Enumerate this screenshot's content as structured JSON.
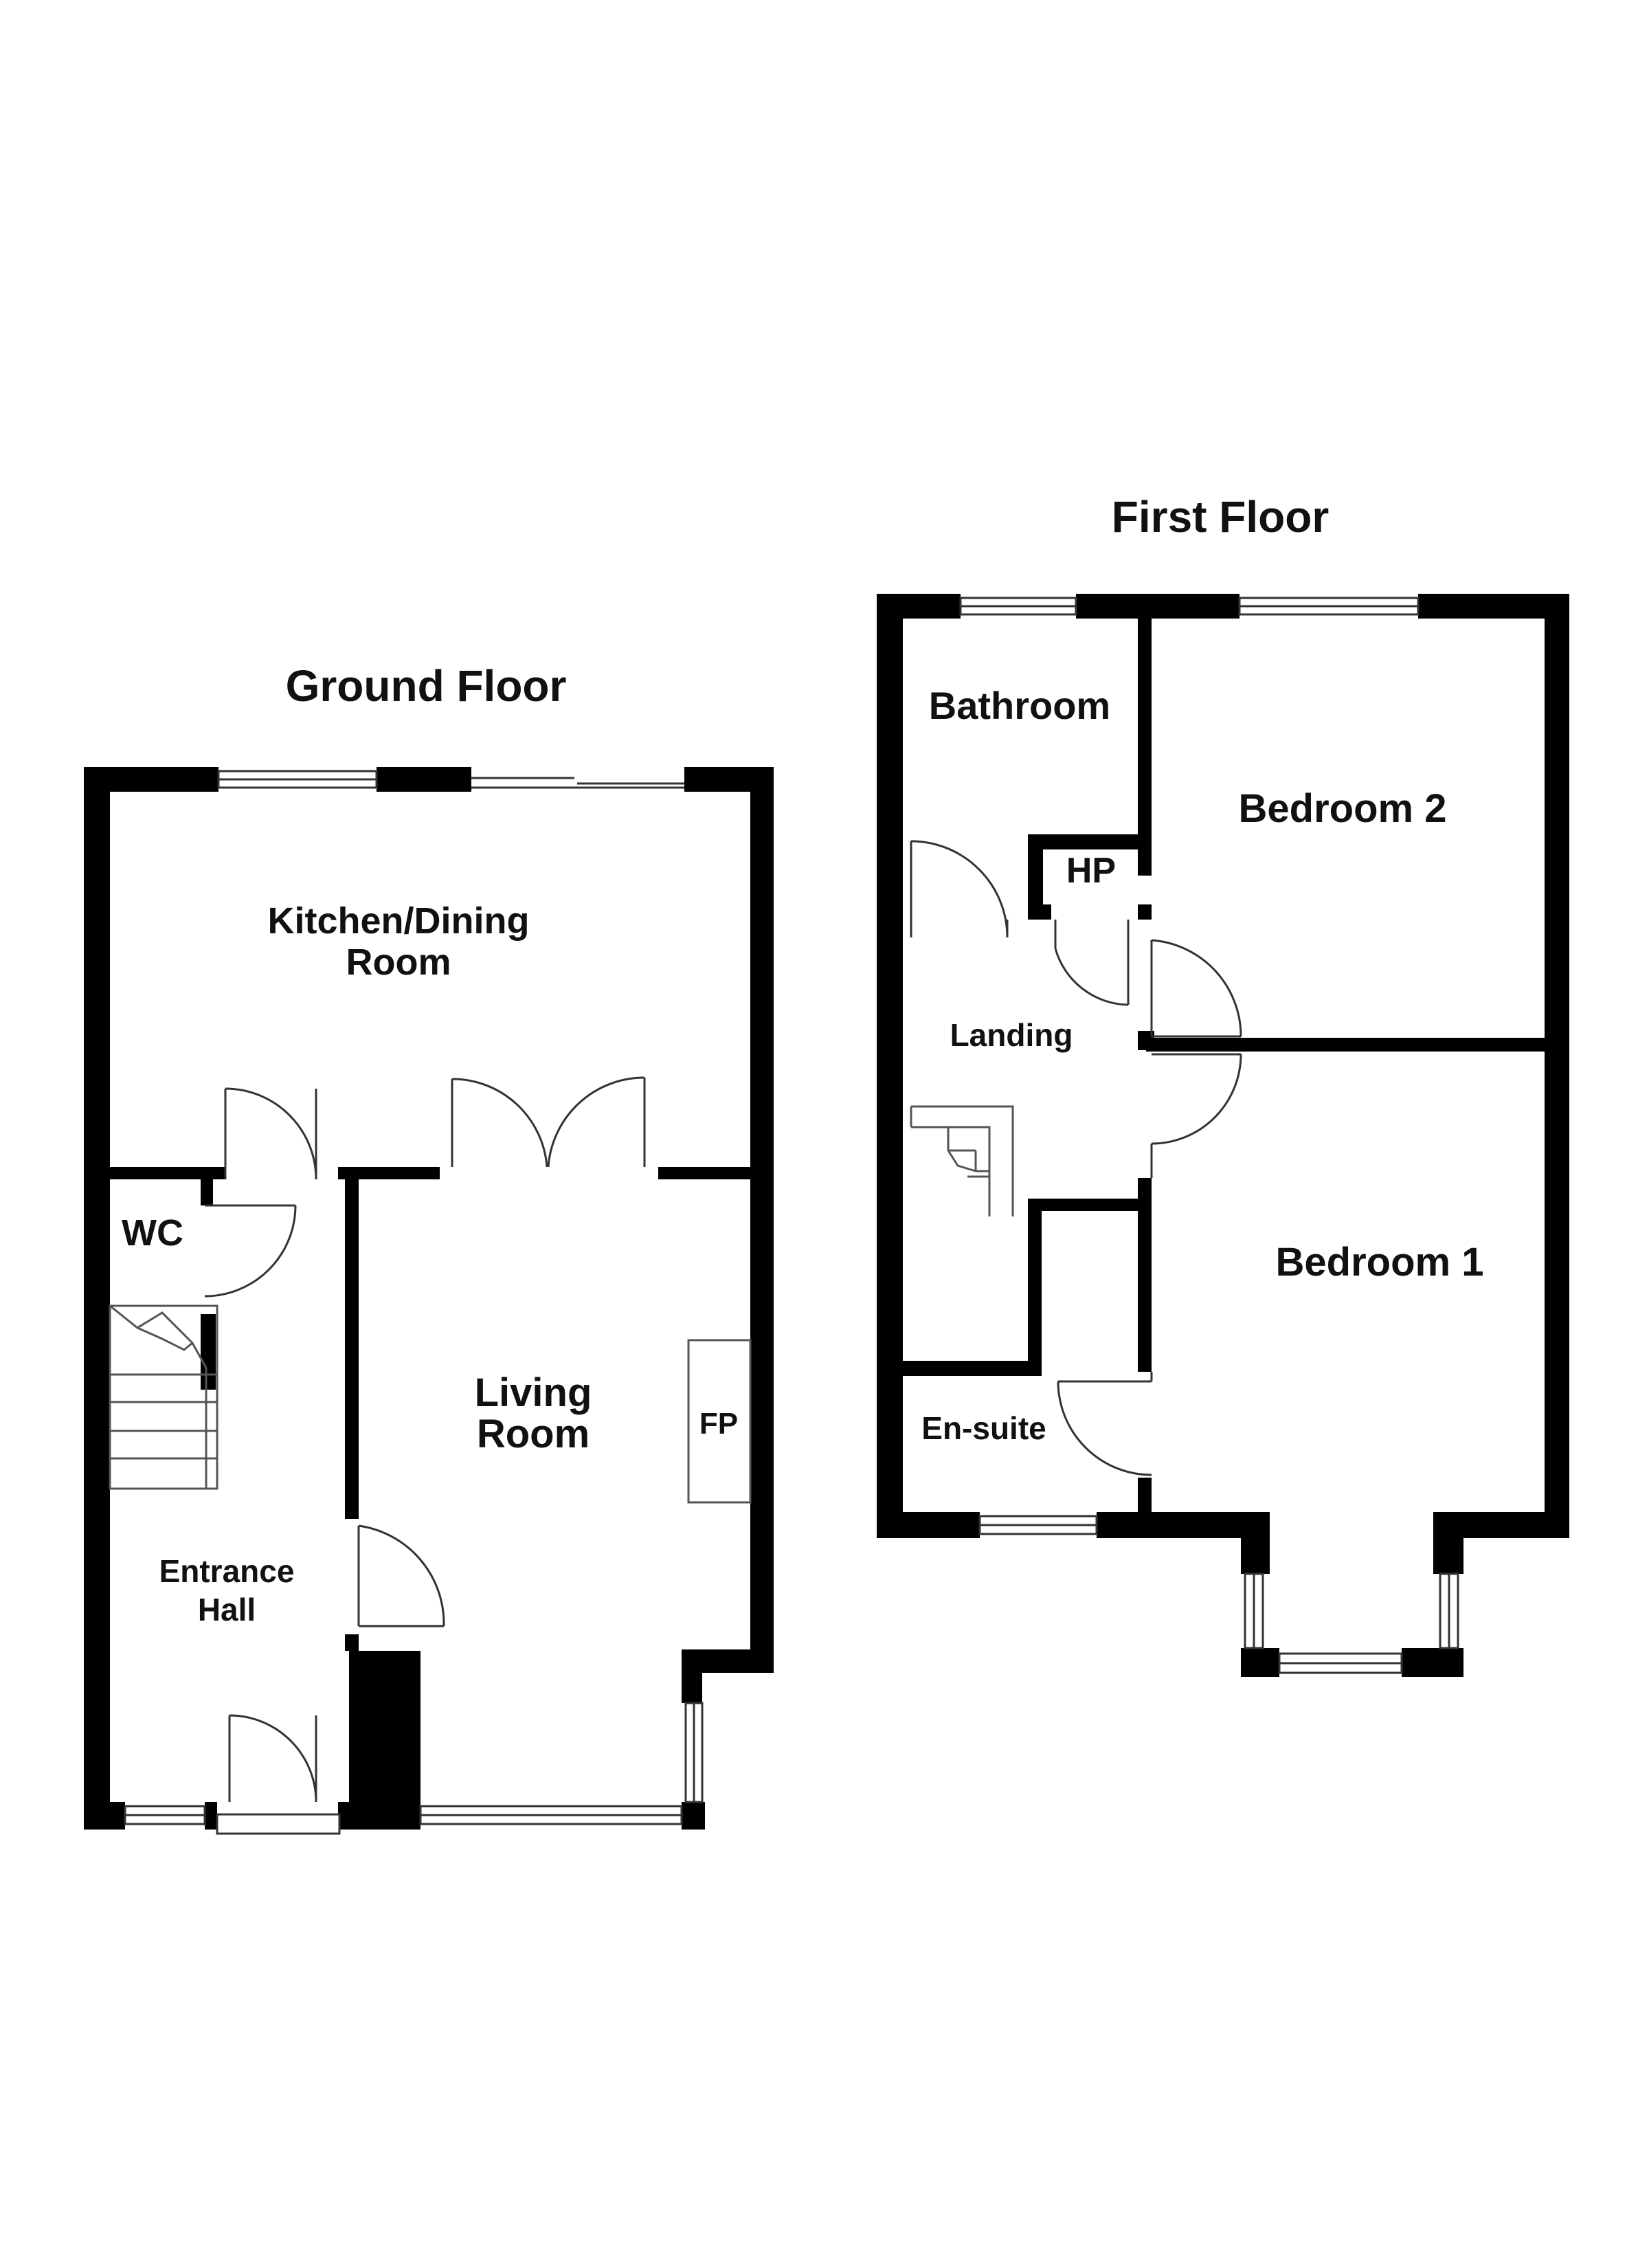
{
  "floors": [
    {
      "title": "Ground Floor",
      "rooms": [
        {
          "lines": [
            "Kitchen/Dining",
            "Room"
          ]
        },
        {
          "lines": [
            "WC"
          ]
        },
        {
          "lines": [
            "Living",
            "Room"
          ]
        },
        {
          "lines": [
            "FP"
          ]
        },
        {
          "lines": [
            "Entrance",
            "Hall"
          ]
        }
      ]
    },
    {
      "title": "First Floor",
      "rooms": [
        {
          "lines": [
            "Bathroom"
          ]
        },
        {
          "lines": [
            "Bedroom 2"
          ]
        },
        {
          "lines": [
            "HP"
          ]
        },
        {
          "lines": [
            "Landing"
          ]
        },
        {
          "lines": [
            "Bedroom 1"
          ]
        },
        {
          "lines": [
            "En-suite"
          ]
        }
      ]
    }
  ],
  "colors": {
    "wall": "#000000",
    "fixture_line": "#555555",
    "background": "#ffffff"
  }
}
